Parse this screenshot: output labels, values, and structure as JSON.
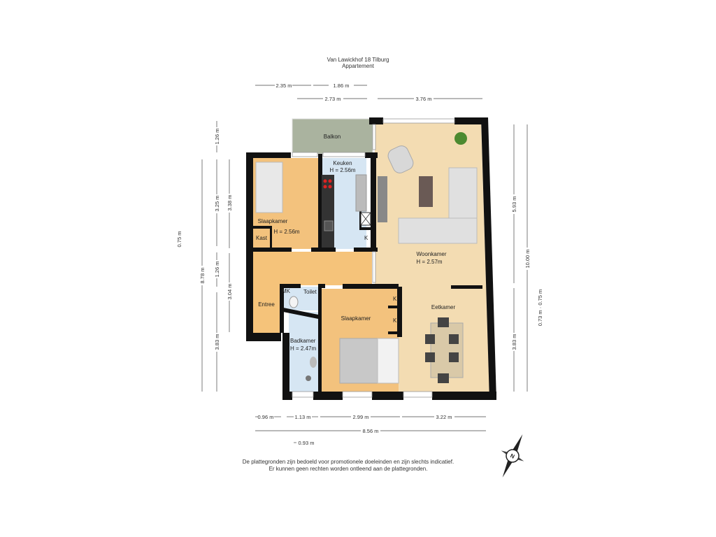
{
  "header": {
    "title": "Van Lawickhof 18  Tilburg",
    "subtitle": "Appartement"
  },
  "rooms": {
    "balkon": "Balkon",
    "keuken": "Keuken",
    "keuken_h": "H = 2.56m",
    "slaapkamer1": "Slaapkamer",
    "slaapkamer1_h": "H = 2.56m",
    "kast": "Kast",
    "k1": "K",
    "k2": "K",
    "k3": "K",
    "woonkamer": "Woonkamer",
    "woonkamer_h": "H = 2.57m",
    "entree": "Entree",
    "mk": "MK",
    "toilet": "Toilet",
    "badkamer": "Badkamer",
    "badkamer_h": "H = 2.47m",
    "slaapkamer2": "Slaapkamer",
    "eetkamer": "Eetkamer"
  },
  "dimensions": {
    "top": [
      "2.35 m",
      "1.86 m",
      "2.73 m",
      "3.76 m"
    ],
    "bottom": [
      "0.96 m",
      "1.13 m",
      "2.99 m",
      "3.22 m",
      "8.56 m",
      "0.93 m"
    ],
    "left": [
      "0.75 m",
      "8.78 m",
      "1.26 m",
      "3.25 m",
      "1.26 m",
      "3.83 m",
      "3.38 m",
      "3.04 m"
    ],
    "right": [
      "5.93 m",
      "3.83 m",
      "10.00 m",
      "0.73 m · 0.75 m"
    ]
  },
  "colors": {
    "bedroom": "#f3c27d",
    "living": "#f3dcb2",
    "wet": "#d6e6f3",
    "balcony": "#aab39f",
    "wall": "#111111"
  },
  "compass": {
    "icon": "compass-icon",
    "label": "N"
  },
  "disclaimer": {
    "line1": "De plattegronden zijn bedoeld voor promotionele doeleinden en zijn slechts indicatief.",
    "line2": "Er kunnen geen rechten worden ontleend aan de plattegronden."
  }
}
